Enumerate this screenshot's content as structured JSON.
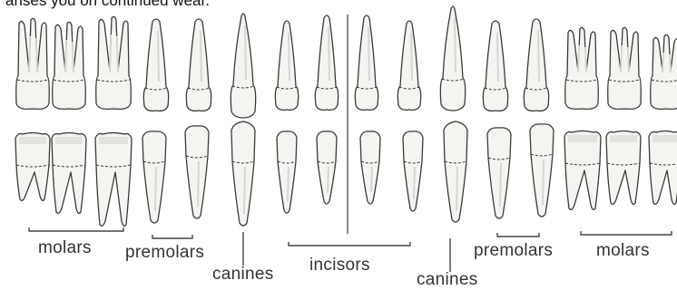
{
  "caption": "arises you on continued wear.",
  "labels": {
    "molars_left": "molars",
    "premolars_left": "premolars",
    "canines_left": "canines",
    "incisors": "incisors",
    "canines_right": "canines",
    "premolars_right": "premolars",
    "molars_right": "molars"
  },
  "colors": {
    "outline": "#3a3a3a",
    "tooth_fill": "#f4f4f0",
    "shade": "#d6d6d2",
    "midline": "#555555"
  }
}
